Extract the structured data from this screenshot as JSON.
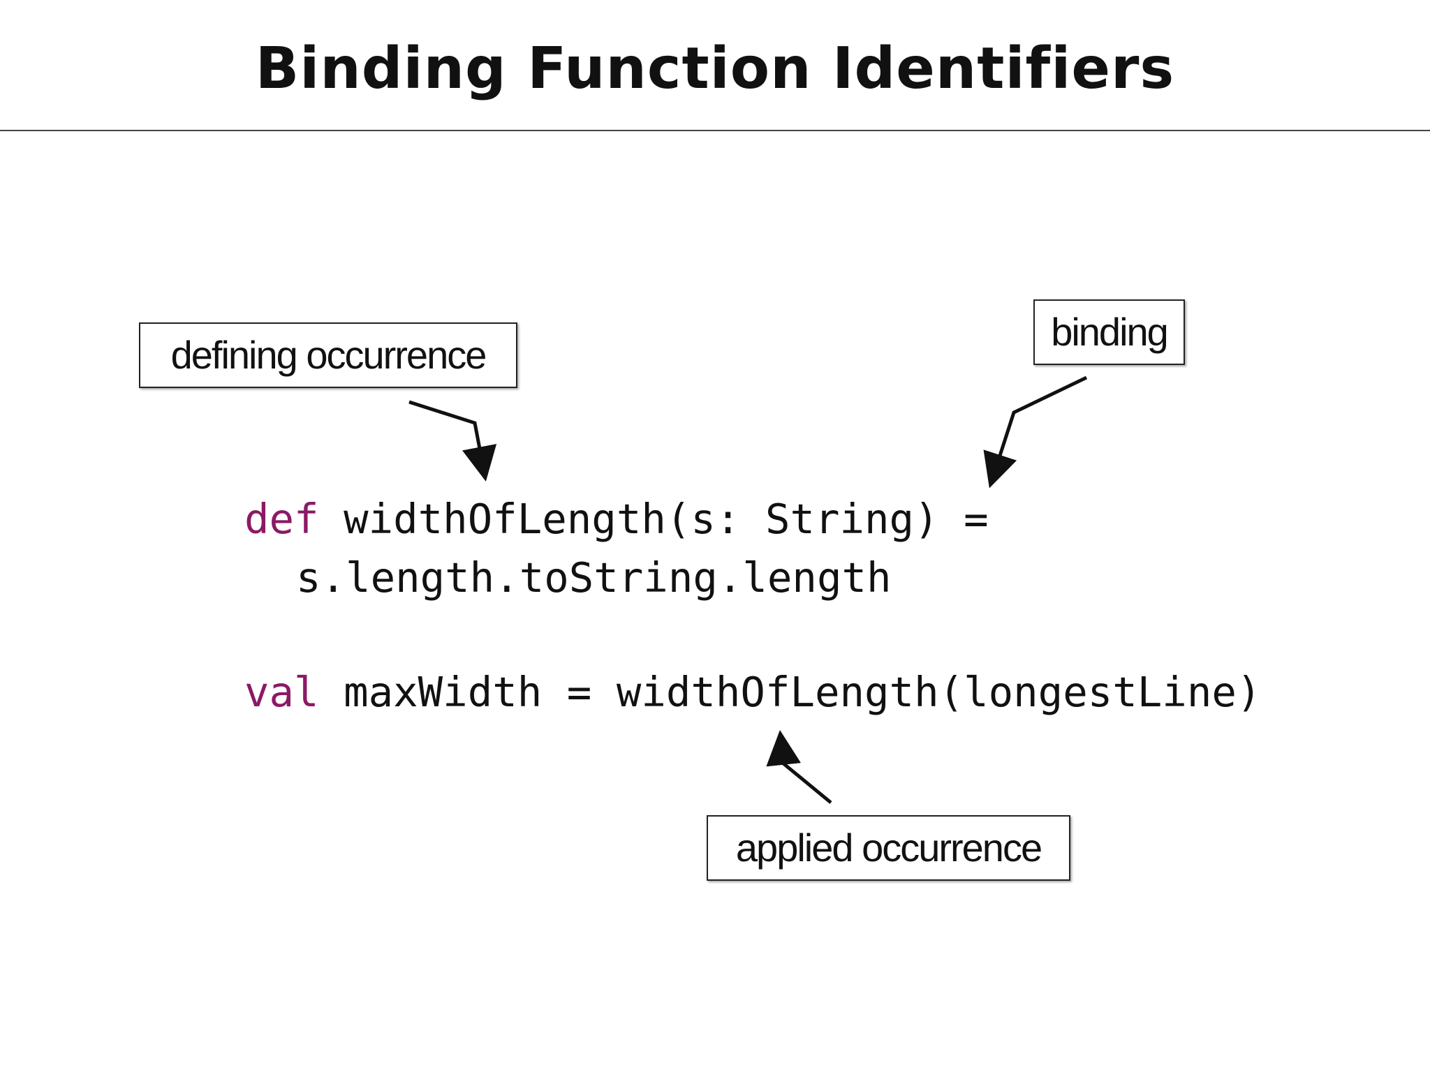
{
  "slide": {
    "title": "Binding Function Identifiers"
  },
  "annotations": {
    "defining": "defining occurrence",
    "binding": "binding",
    "applied": "applied occurrence"
  },
  "code": {
    "line1": {
      "keyword": "def",
      "rest": " widthOfLength(s: String) ="
    },
    "line2": {
      "indent": "",
      "text": "s.length.toString.length"
    },
    "line3": {
      "keyword": "val",
      "rest": " maxWidth = widthOfLength(longestLine)"
    }
  },
  "colors": {
    "keyword": "#8b1a66",
    "text": "#111111",
    "rule": "#444444"
  }
}
